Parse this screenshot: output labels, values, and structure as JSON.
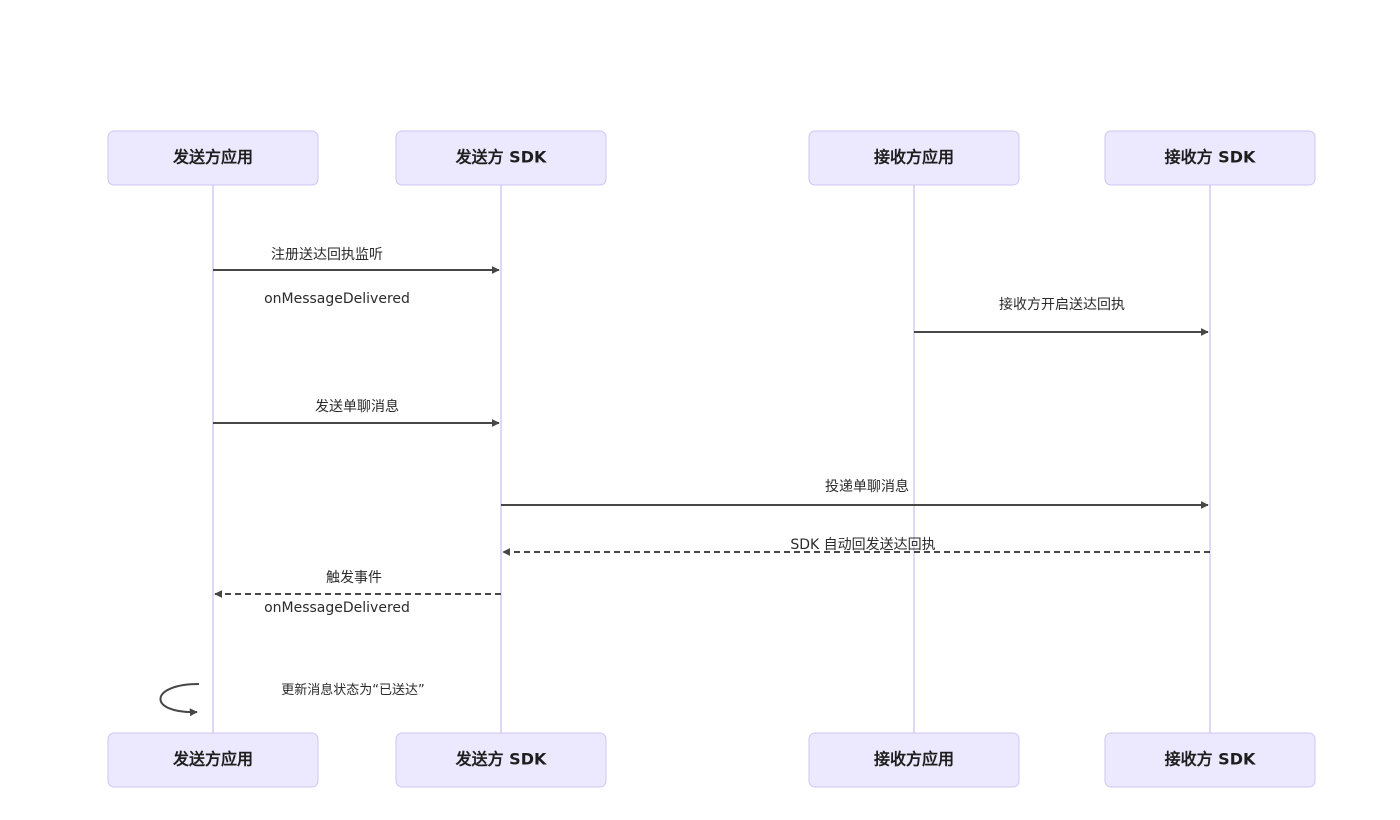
{
  "participants": [
    {
      "id": "sender_app",
      "label": "发送方应用"
    },
    {
      "id": "sender_sdk",
      "label": "发送方 SDK"
    },
    {
      "id": "receiver_app",
      "label": "接收方应用"
    },
    {
      "id": "receiver_sdk",
      "label": "接收方 SDK"
    }
  ],
  "messages": [
    {
      "from": "sender_app",
      "to": "sender_sdk",
      "text": "注册送达回执监听",
      "subtext": "onMessageDelivered",
      "dashed": false
    },
    {
      "from": "receiver_app",
      "to": "receiver_sdk",
      "text": "接收方开启送达回执",
      "dashed": false
    },
    {
      "from": "sender_app",
      "to": "sender_sdk",
      "text": "发送单聊消息",
      "dashed": false
    },
    {
      "from": "sender_sdk",
      "to": "receiver_sdk",
      "text": "投递单聊消息",
      "dashed": false
    },
    {
      "from": "receiver_sdk",
      "to": "sender_sdk",
      "text": "SDK 自动回发送达回执",
      "dashed": true
    },
    {
      "from": "sender_sdk",
      "to": "sender_app",
      "text": "触发事件",
      "subtext": "onMessageDelivered",
      "dashed": true
    },
    {
      "from": "sender_app",
      "to": "sender_app",
      "text": "更新消息状态为“已送达”",
      "dashed": false,
      "self": true
    }
  ],
  "colors": {
    "actor_fill": "#ECE8FD",
    "actor_stroke": "#CFC6F2",
    "lifeline": "#D3CCF4",
    "message_line": "#474747"
  }
}
